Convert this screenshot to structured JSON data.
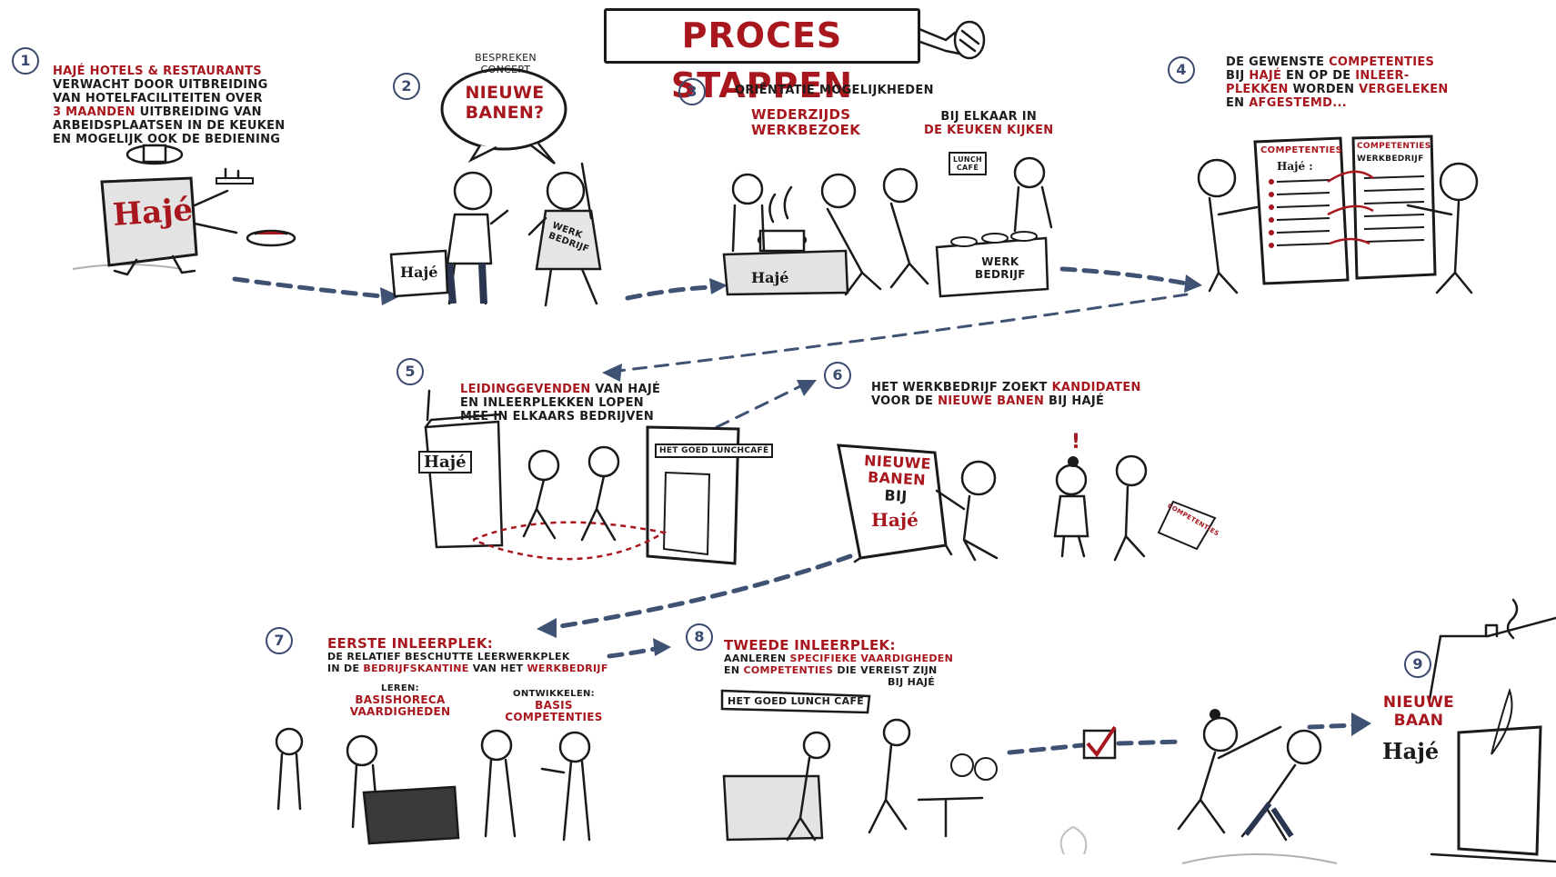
{
  "title": "PROCES STAPPEN",
  "colors": {
    "accent_red": "#a8161e",
    "arrow_blue": "#3f5274",
    "ink": "#1a1a1a"
  },
  "steps": [
    {
      "number": "1",
      "lines": [
        {
          "red": "HAJÉ HOTELS & RESTAURANTS",
          "black": ""
        },
        {
          "red": "",
          "black": "VERWACHT DOOR UITBREIDING"
        },
        {
          "red": "",
          "black": "VAN HOTELFACILITEITEN OVER"
        },
        {
          "red": "3 MAANDEN",
          "black": " UITBREIDING VAN"
        },
        {
          "red": "",
          "black": "ARBEIDSPLAATSEN IN DE KEUKEN"
        },
        {
          "red": "",
          "black": "EN MOGELIJK OOK DE BEDIENING"
        }
      ],
      "logo": "Hajé"
    },
    {
      "number": "2",
      "caption": "BESPREKEN CONCEPT",
      "caption_line1": "BESPREKEN",
      "caption_line2": "CONCEPT",
      "bubble_line1": "NIEUWE",
      "bubble_line2": "BANEN?",
      "bag_label": "Hajé",
      "shirt_line1": "WERK",
      "shirt_line2": "BEDRIJF"
    },
    {
      "number": "3",
      "heading": "ORIËNTATIE MOGELIJKHEDEN",
      "left_line1": "WEDERZIJDS",
      "left_line2": "WERKBEZOEK",
      "right_line1": "BIJ ELKAAR IN",
      "right_line2": "DE KEUKEN KIJKEN",
      "sign_line1": "LUNCH",
      "sign_line2": "CAFÉ",
      "counter_left": "Hajé",
      "counter_right_line1": "WERK",
      "counter_right_line2": "BEDRIJF"
    },
    {
      "number": "4",
      "line1_black": "DE GEWENSTE ",
      "line1_red": "COMPETENTIES",
      "line2_black_a": "BIJ ",
      "line2_red_a": "HAJÉ",
      "line2_black_b": " EN OP DE ",
      "line2_red_b": "INLEER-",
      "line3_red": "PLEKKEN",
      "line3_black_a": " WORDEN ",
      "line3_red_b": "VERGELEKEN",
      "line4_black": "EN ",
      "line4_red": "AFGESTEMD...",
      "board_left_title": "COMPETENTIES",
      "board_left_sub": "Hajé :",
      "board_right_title": "COMPETENTIES",
      "board_right_sub": "WERKBEDRIJF"
    },
    {
      "number": "5",
      "line1_red": "LEIDINGGEVENDEN",
      "line1_black": " VAN HAJÉ",
      "line2": "EN INLEERPLEKKEN LOPEN",
      "line3": "MEE IN ELKAARS BEDRIJVEN",
      "door_left": "Hajé",
      "door_right": "HET GOED LUNCHCAFÉ"
    },
    {
      "number": "6",
      "line1_black": "HET WERKBEDRIJF ZOEKT ",
      "line1_red": "KANDIDATEN",
      "line2_black_a": "VOOR DE ",
      "line2_red": "NIEUWE BANEN",
      "line2_black_b": " BIJ HAJÉ",
      "board_line1": "NIEUWE",
      "board_line2": "BANEN",
      "board_line3": "BIJ",
      "board_line4": "Hajé",
      "paper_label": "COMPETENTIES",
      "exclaim": "!"
    },
    {
      "number": "7",
      "heading_red": "EERSTE INLEERPLEK:",
      "line2": "DE RELATIEF BESCHUTTE LEERWERKPLEK",
      "line3_black_a": "IN DE ",
      "line3_red": "BEDRIJFSKANTINE",
      "line3_black_b": " VAN HET ",
      "line3_red_b": "WERKBEDRIJF",
      "learn_label": "LEREN:",
      "learn_red_1": "BASISHORECA",
      "learn_red_2": "VAARDIGHEDEN",
      "develop_label": "ONTWIKKELEN:",
      "develop_red_1": "BASIS",
      "develop_red_2": "COMPETENTIES"
    },
    {
      "number": "8",
      "heading_red": "TWEEDE INLEERPLEK:",
      "line2_black": "AANLEREN ",
      "line2_red": "SPECIFIEKE VAARDIGHEDEN",
      "line3_black_a": "EN ",
      "line3_red": "COMPETENTIES",
      "line3_black_b": " DIE VEREIST ZIJN",
      "line4": "BIJ Hajé",
      "sign": "HET GOED LUNCH CAFÉ"
    },
    {
      "number": "9",
      "line1": "NIEUWE",
      "line2": "BAAN",
      "logo": "Hajé"
    }
  ]
}
